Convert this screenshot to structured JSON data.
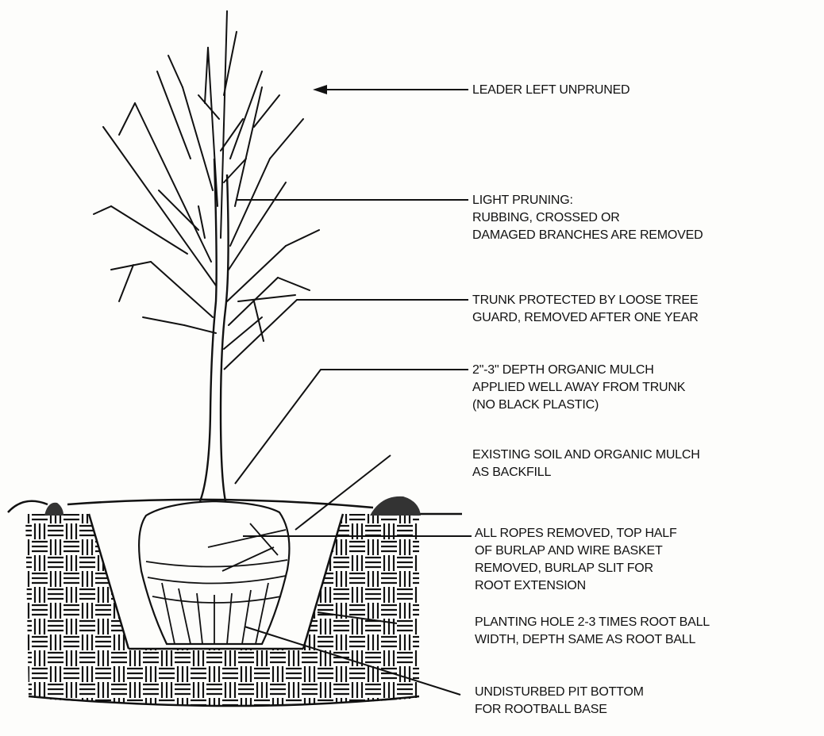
{
  "labels": {
    "leader": [
      "LEADER LEFT UNPRUNED"
    ],
    "pruning": [
      "LIGHT PRUNING:",
      "RUBBING, CROSSED OR",
      "DAMAGED BRANCHES ARE REMOVED"
    ],
    "trunk_guard": [
      "TRUNK PROTECTED BY LOOSE TREE",
      "GUARD, REMOVED AFTER ONE YEAR"
    ],
    "mulch": [
      "2\"-3\" DEPTH ORGANIC MULCH",
      "APPLIED WELL AWAY FROM TRUNK",
      "(NO BLACK PLASTIC)"
    ],
    "backfill": [
      "EXISTING SOIL AND ORGANIC MULCH",
      "AS BACKFILL"
    ],
    "ropes": [
      "ALL ROPES REMOVED, TOP HALF",
      "OF BURLAP AND WIRE BASKET",
      "REMOVED, BURLAP SLIT FOR",
      "ROOT EXTENSION"
    ],
    "planting_hole": [
      "PLANTING HOLE 2-3 TIMES ROOT BALL",
      "WIDTH, DEPTH SAME AS ROOT BALL"
    ],
    "pit_bottom": [
      "UNDISTURBED PIT BOTTOM",
      "FOR ROOTBALL BASE"
    ]
  },
  "colors": {
    "ink": "#111111",
    "paper": "#fdfdfb",
    "mulch_mound": "#333333"
  }
}
